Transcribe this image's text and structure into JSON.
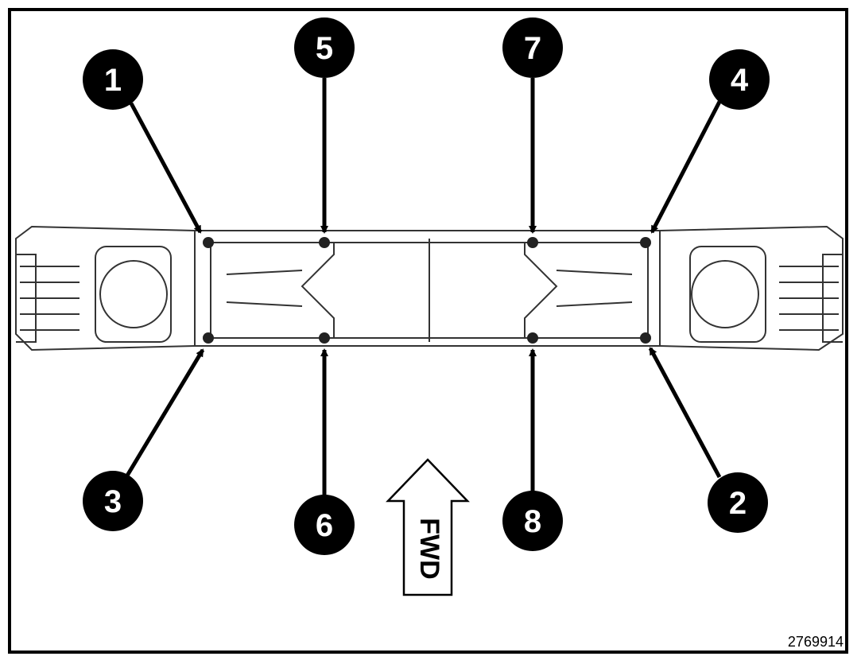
{
  "figure": {
    "id": "2769914",
    "direction_label": "FWD"
  },
  "callouts": [
    {
      "label": "1"
    },
    {
      "label": "2"
    },
    {
      "label": "3"
    },
    {
      "label": "4"
    },
    {
      "label": "5"
    },
    {
      "label": "6"
    },
    {
      "label": "7"
    },
    {
      "label": "8"
    }
  ],
  "colors": {
    "ink": "#000000",
    "paper": "#ffffff",
    "line": "#333333"
  }
}
